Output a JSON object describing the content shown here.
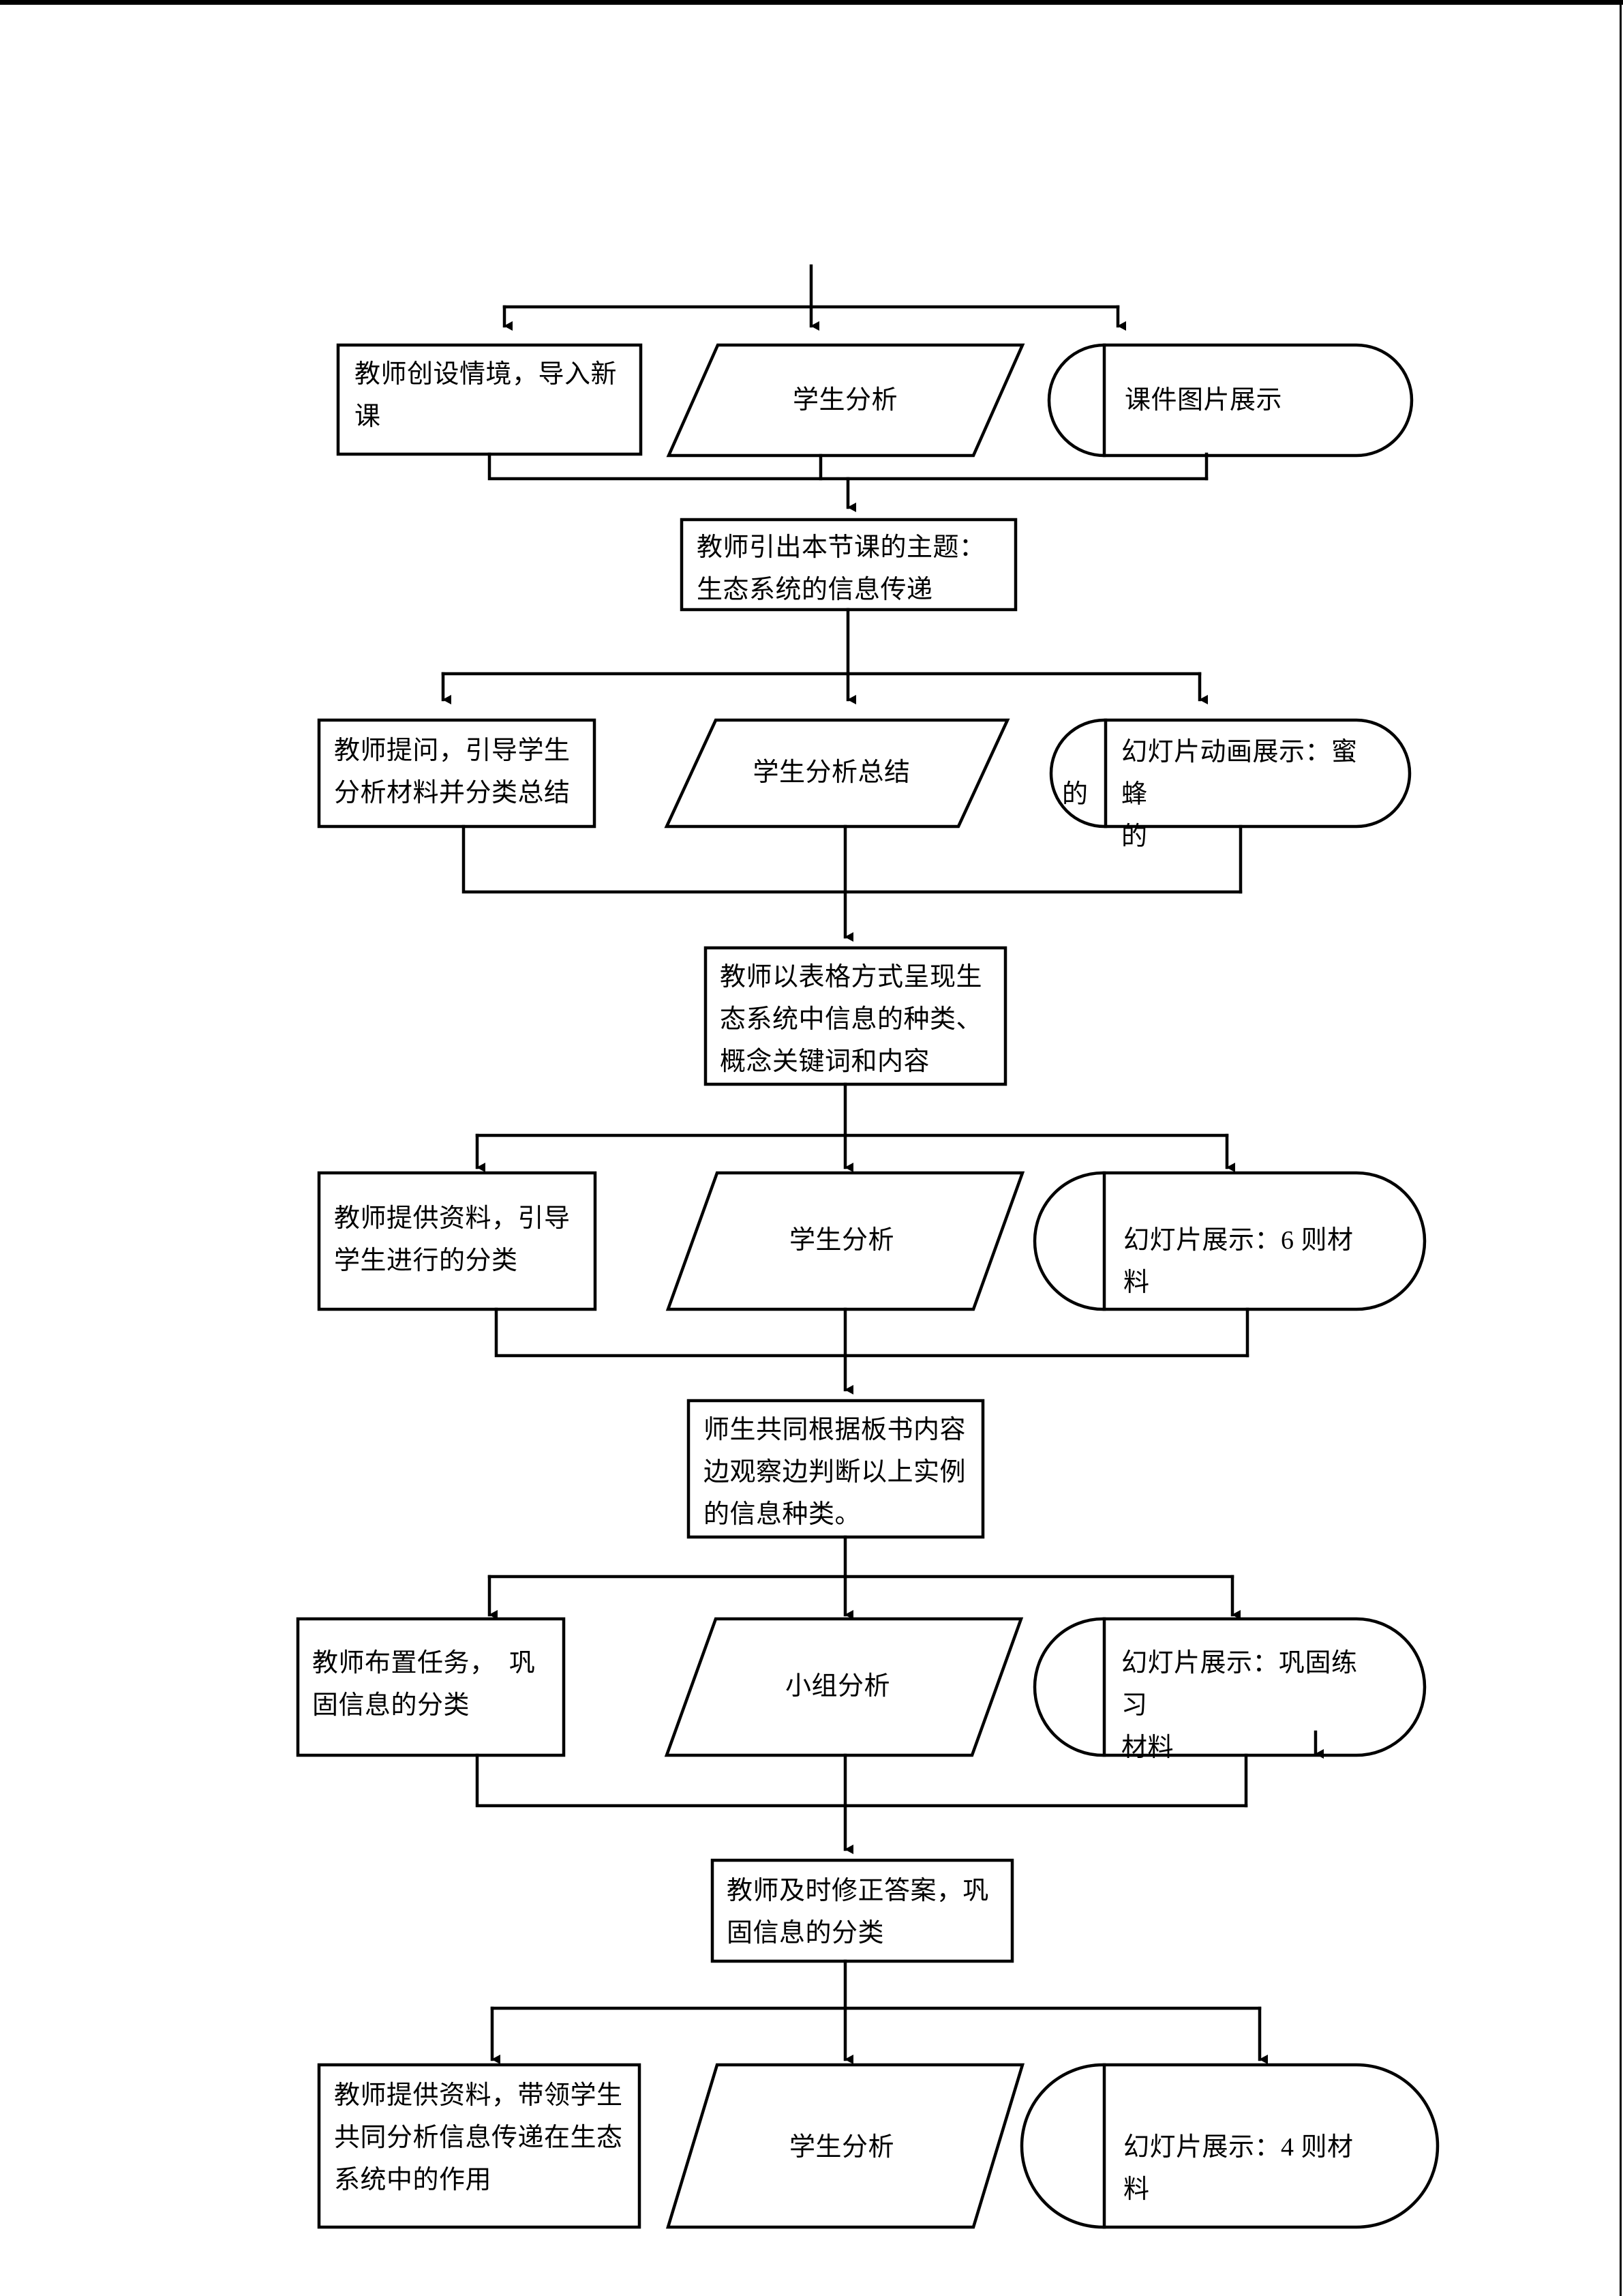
{
  "document": {
    "type": "teaching-process-flowchart",
    "language": "zh-CN",
    "orientation": "portrait",
    "background_color": "#ffffff",
    "line_color": "#000000"
  },
  "legend": {
    "shape_meaning": {
      "rectangle": "teacher-activity",
      "parallelogram": "student-activity",
      "cylinder": "media-courseware-display"
    }
  },
  "rows": [
    {
      "id": "row-1",
      "teacher": "教师创设情境，导入新\n课",
      "student": "学生分析",
      "media": "课件图片展示"
    },
    {
      "id": "row-3",
      "teacher": "教师提问，引导学生\n分析材料并分类总结",
      "student": "学生分析总结",
      "media": "幻灯片动画展示：蜜蜂\n的",
      "media_overflow": "的"
    },
    {
      "id": "row-5",
      "teacher": "教师提供资料，引导\n学生进行的分类",
      "student": "学生分析",
      "media": "幻灯片展示：6 则材料"
    },
    {
      "id": "row-7",
      "teacher": "教师布置任务，　巩\n固信息的分类",
      "student": "小组分析",
      "media": "幻灯片展示：巩固练习\n材料"
    },
    {
      "id": "row-9",
      "teacher": "教师提供资料，带领学生\n共同分析信息传递在生态\n系统中的作用",
      "student": "学生分析",
      "media": "幻灯片展示：4 则材料"
    }
  ],
  "merge_nodes": [
    {
      "id": "merge-1",
      "text": "教师引出本节课的主题：\n生态系统的信息传递"
    },
    {
      "id": "merge-2",
      "text": "教师以表格方式呈现生\n态系统中信息的种类、\n概念关键词和内容"
    },
    {
      "id": "merge-3",
      "text": "师生共同根据板书内容\n边观察边判断以上实例\n的信息种类。"
    },
    {
      "id": "merge-4",
      "text": "教师及时修正答案，巩\n固信息的分类"
    }
  ],
  "connectors": {
    "arrowhead": "solid-triangle-down",
    "style": "orthogonal"
  }
}
